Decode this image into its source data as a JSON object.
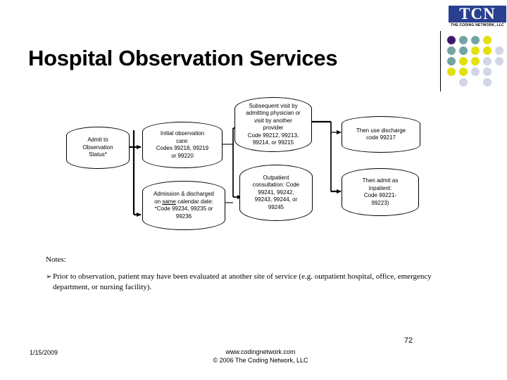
{
  "slide": {
    "title": "Hospital Observation Services"
  },
  "logo": {
    "wordmark": "TCN",
    "tagline": "THE CODING NETWORK, LLC",
    "colors": {
      "bar": "#2a3f8f",
      "purple": "#3b1a6e",
      "teal": "#74a3a3",
      "yellow": "#e3e00f",
      "lavender": "#d2d6e8"
    },
    "dot_grid": [
      [
        "purple",
        "teal",
        "teal",
        "yellow",
        null
      ],
      [
        "teal",
        "teal",
        "yellow",
        "yellow",
        "lavender"
      ],
      [
        "teal",
        "yellow",
        "yellow",
        "lavender",
        "lavender"
      ],
      [
        "yellow",
        "yellow",
        "lavender",
        "lavender",
        null
      ],
      [
        null,
        "lavender",
        null,
        "lavender",
        null
      ]
    ]
  },
  "flowchart": {
    "nodes": [
      {
        "id": "admit-to-observation-status",
        "lines": [
          "Admit to",
          "Observation",
          "Status*"
        ]
      },
      {
        "id": "initial-observation-care",
        "lines": [
          "Initial observation",
          "care:",
          "Codes 99218, 99219",
          "or 99220"
        ]
      },
      {
        "id": "admission-discharged-same-date",
        "lines": [
          "Admission & discharged",
          "on same calendar date:",
          "*Code 99234, 99235 or",
          "99236"
        ],
        "underline_word": "same"
      },
      {
        "id": "subsequent-visit",
        "lines": [
          "Subsequent visit by",
          "admitting physician or",
          "visit by another",
          "provider",
          "Code 99212, 99213,",
          "99214, or 99215"
        ]
      },
      {
        "id": "outpatient-consultation",
        "lines": [
          "Outpatient",
          "consultation: Code",
          "99241, 99242,",
          "99243, 99244, or",
          "99245"
        ]
      },
      {
        "id": "discharge-code",
        "lines": [
          "Then use discharge",
          "code 99217"
        ]
      },
      {
        "id": "admit-as-inpatient",
        "lines": [
          "Then admit as",
          "inpatient:",
          "Code 99221-",
          "99223)"
        ]
      }
    ]
  },
  "notes": {
    "heading": "Notes:",
    "bullet_glyph": "➢",
    "item": "Prior to observation, patient may have been evaluated at another site of service (e.g. outpatient hospital, office, emergency department, or nursing facility)."
  },
  "footer": {
    "date": "1/15/2009",
    "website": "www.codingnetwork.com",
    "copyright": "© 2006 The Coding Network, LLC",
    "page_number": "72"
  }
}
